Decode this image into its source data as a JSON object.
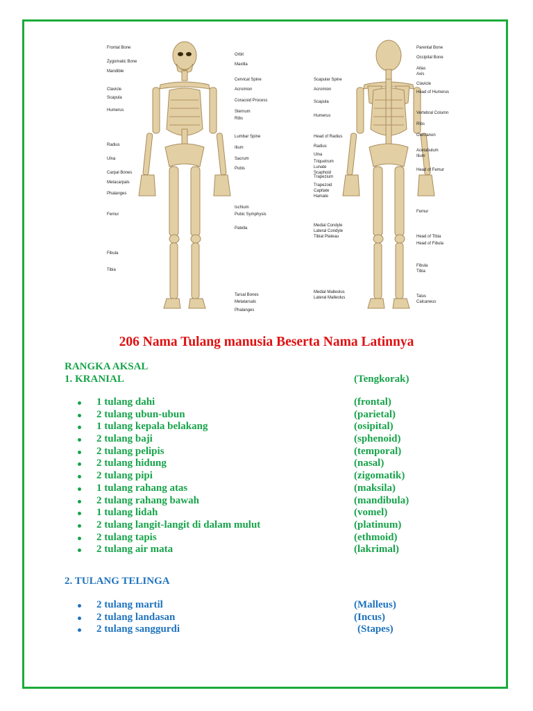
{
  "figure": {
    "front_labels_left": [
      "Frontal Bone",
      "Zygomatic Bone",
      "Mandible",
      "Clavicle",
      "Scapula",
      "Humerus",
      "Radius",
      "Ulna",
      "Carpal Bones",
      "Metacarpals",
      "Phalanges",
      "Femur",
      "Fibula",
      "Tibia"
    ],
    "front_labels_right": [
      "Orbit",
      "Maxilla",
      "Cervical Spine",
      "Acromion",
      "Coracoid Process",
      "Sternum",
      "Ribs",
      "Lumbar Spine",
      "Ilium",
      "Sacrum",
      "Pubis",
      "Ischium",
      "Pubic Symphysis",
      "Patella",
      "Tarsal Bones",
      "Metatarsals",
      "Phalanges"
    ],
    "back_labels_left": [
      "Scapular Spine",
      "Acromion",
      "Scapula",
      "Humerus",
      "Head of Radius",
      "Radius",
      "Ulna",
      "Triquetrum",
      "Lunate",
      "Scaphoid",
      "Trapezium",
      "Trapezoid",
      "Capitate",
      "Hamate",
      "Medial Condyle",
      "Lateral Condyle",
      "Tibial Plateau",
      "Medial Malleolus",
      "Lateral Malleolus"
    ],
    "back_labels_right": [
      "Parental Bone",
      "Occipital Bone",
      "Atlas",
      "Axis",
      "Clavicle",
      "Head of Humerus",
      "Vertebral Column",
      "Ribs",
      "Olecranon",
      "Acetabulum",
      "Ilium",
      "Head of Femur",
      "Femur",
      "Head of Tibia",
      "Head of Fibula",
      "Fibula",
      "Tibia",
      "Talus",
      "Calcaneus"
    ]
  },
  "title": "206 Nama Tulang manusia Beserta Nama Latinnya",
  "section_main": "RANGKA AKSAL",
  "section1": {
    "heading": "1. KRANIAL",
    "latin": "(Tengkorak)"
  },
  "kranial": [
    {
      "name": "1 tulang dahi",
      "latin": "(frontal)"
    },
    {
      "name": "2 tulang ubun-ubun",
      "latin": "(parietal)"
    },
    {
      "name": "1 tulang kepala belakang",
      "latin": "(osipital)"
    },
    {
      "name": "2 tulang baji",
      "latin": "(sphenoid)"
    },
    {
      "name": "2 tulang pelipis",
      "latin": "(temporal)"
    },
    {
      "name": "2 tulang hidung",
      "latin": "(nasal)"
    },
    {
      "name": "2 tulang pipi",
      "latin": "(zigomatik)"
    },
    {
      "name": "1 tulang rahang atas",
      "latin": "(maksila)"
    },
    {
      "name": "2 tulang rahang bawah",
      "latin": "(mandibula)"
    },
    {
      "name": "1 tulang lidah",
      "latin": "(vomel)"
    },
    {
      "name": "2 tulang langit-langit di dalam mulut",
      "latin": "(platinum)"
    },
    {
      "name": "2 tulang tapis",
      "latin": "(ethmoid)"
    },
    {
      "name": "2 tulang air mata",
      "latin": "(lakrimal)"
    }
  ],
  "section2": {
    "heading": "2. TULANG TELINGA"
  },
  "telinga": [
    {
      "name": "2 tulang martil",
      "latin": "(Malleus)"
    },
    {
      "name": "2 tulang landasan",
      "latin": "(Incus)"
    },
    {
      "name": "2 tulang sanggurdi",
      "latin": "(Stapes)"
    }
  ],
  "colors": {
    "border": "#1aab3a",
    "title": "#e01010",
    "green_text": "#17a34a",
    "blue_text": "#1e73be",
    "bone": "#e3cfa4"
  }
}
